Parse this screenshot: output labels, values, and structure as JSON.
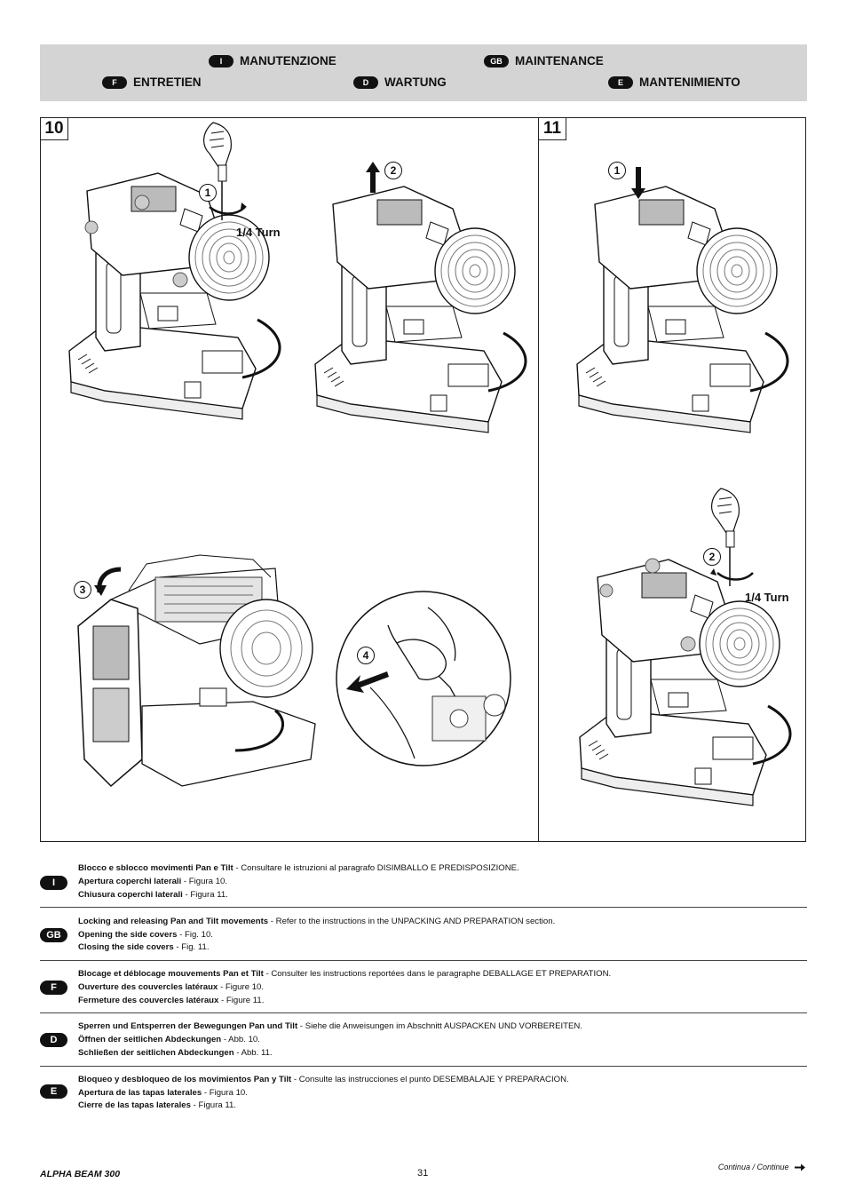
{
  "header": {
    "items": [
      {
        "badge": "I",
        "label": "MANUTENZIONE"
      },
      {
        "badge": "GB",
        "label": "MAINTENANCE"
      },
      {
        "badge": "F",
        "label": "ENTRETIEN"
      },
      {
        "badge": "D",
        "label": "WARTUNG"
      },
      {
        "badge": "E",
        "label": "MANTENIMIENTO"
      }
    ]
  },
  "figures": {
    "fig10": {
      "number": "10",
      "steps": [
        "1",
        "2",
        "3",
        "4"
      ],
      "turn_label": "1/4 Turn"
    },
    "fig11": {
      "number": "11",
      "steps": [
        "1",
        "2"
      ],
      "turn_label": "1/4 Turn"
    },
    "product_label": "ALPHA BEAM 300"
  },
  "sections": [
    {
      "badge": "I",
      "lines": [
        {
          "bold": "Blocco e sblocco movimenti Pan e Tilt",
          "text": "  - Consultare le istruzioni al paragrafo DISIMBALLO E PREDISPOSIZIONE."
        },
        {
          "bold": "Apertura coperchi laterali",
          "text": " - Figura 10."
        },
        {
          "bold": "Chiusura coperchi laterali",
          "text": " - Figura 11."
        }
      ]
    },
    {
      "badge": "GB",
      "lines": [
        {
          "bold": "Locking and releasing Pan and Tilt movements",
          "text": " - Refer to the instructions in the UNPACKING AND PREPARATION section."
        },
        {
          "bold": "Opening the side covers",
          "text": " - Fig. 10."
        },
        {
          "bold": "Closing the side covers",
          "text": " - Fig. 11."
        }
      ]
    },
    {
      "badge": "F",
      "lines": [
        {
          "bold": "Blocage et déblocage mouvements Pan et Tilt",
          "text": "  - Consulter les instructions reportées dans le paragraphe DEBALLAGE ET PREPARATION."
        },
        {
          "bold": "Ouverture des couvercles latéraux",
          "text": " - Figure 10."
        },
        {
          "bold": "Fermeture des couvercles latéraux",
          "text": " - Figure 11."
        }
      ]
    },
    {
      "badge": "D",
      "lines": [
        {
          "bold": "Sperren und Entsperren der Bewegungen Pan und Tilt",
          "text": "  - Siehe die Anweisungen im Abschnitt AUSPACKEN UND VORBEREITEN."
        },
        {
          "bold": "Öffnen der seitlichen Abdeckungen",
          "text": " - Abb. 10."
        },
        {
          "bold": "Schließen der seitlichen Abdeckungen",
          "text": " - Abb. 11."
        }
      ]
    },
    {
      "badge": "E",
      "lines": [
        {
          "bold": "Bloqueo y desbloqueo de los movimientos Pan y Tilt",
          "text": " - Consulte las instrucciones el punto DESEMBALAJE Y PREPARACION."
        },
        {
          "bold": "Apertura de las tapas laterales",
          "text": " - Figura 10."
        },
        {
          "bold": "Cierre de las tapas laterales",
          "text": " - Figura 11."
        }
      ]
    }
  ],
  "footer": {
    "model": "ALPHA BEAM 300",
    "page": "31",
    "continue": "Continua / Continue"
  }
}
